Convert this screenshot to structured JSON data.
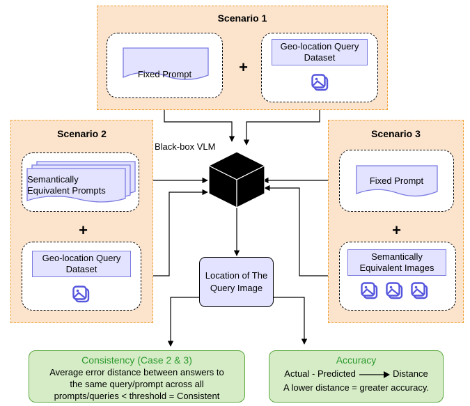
{
  "scenario1": {
    "title": "Scenario 1",
    "fixed_prompt": "Fixed Prompt",
    "plus": "+",
    "dataset_line1": "Geo-location Query",
    "dataset_line2": "Dataset"
  },
  "scenario2": {
    "title": "Scenario 2",
    "prompts_line1": "Semantically",
    "prompts_line2": "Equivalent Prompts",
    "plus": "+",
    "dataset_line1": "Geo-location Query",
    "dataset_line2": "Dataset"
  },
  "scenario3": {
    "title": "Scenario 3",
    "fixed_prompt": "Fixed Prompt",
    "plus": "+",
    "images_line1": "Semantically",
    "images_line2": "Equivalent Images"
  },
  "vlm": {
    "label": "Black-box VLM"
  },
  "location": {
    "line1": "Location of The",
    "line2": "Query Image"
  },
  "consistency": {
    "title": "Consistency (Case 2 & 3)",
    "line1": "Average error distance between answers to",
    "line2": "the same query/prompt across all",
    "line3": "prompts/queries < threshold = Consistent"
  },
  "accuracy": {
    "title": "Accuracy",
    "formula_left": "Actual - Predicted",
    "formula_right": "Distance",
    "line2": "A lower distance = greater accuracy."
  },
  "colors": {
    "scenario_fill": "#fbe3cc",
    "scenario_border": "#f0a030",
    "prompt_fill": "#e3e3ff",
    "prompt_stroke": "#7a7ae0",
    "result_fill": "#d5ecc6",
    "result_title": "#2d9a2d"
  },
  "icons": [
    "image-icon",
    "cube-icon",
    "document-icon",
    "document-stack-icon"
  ]
}
